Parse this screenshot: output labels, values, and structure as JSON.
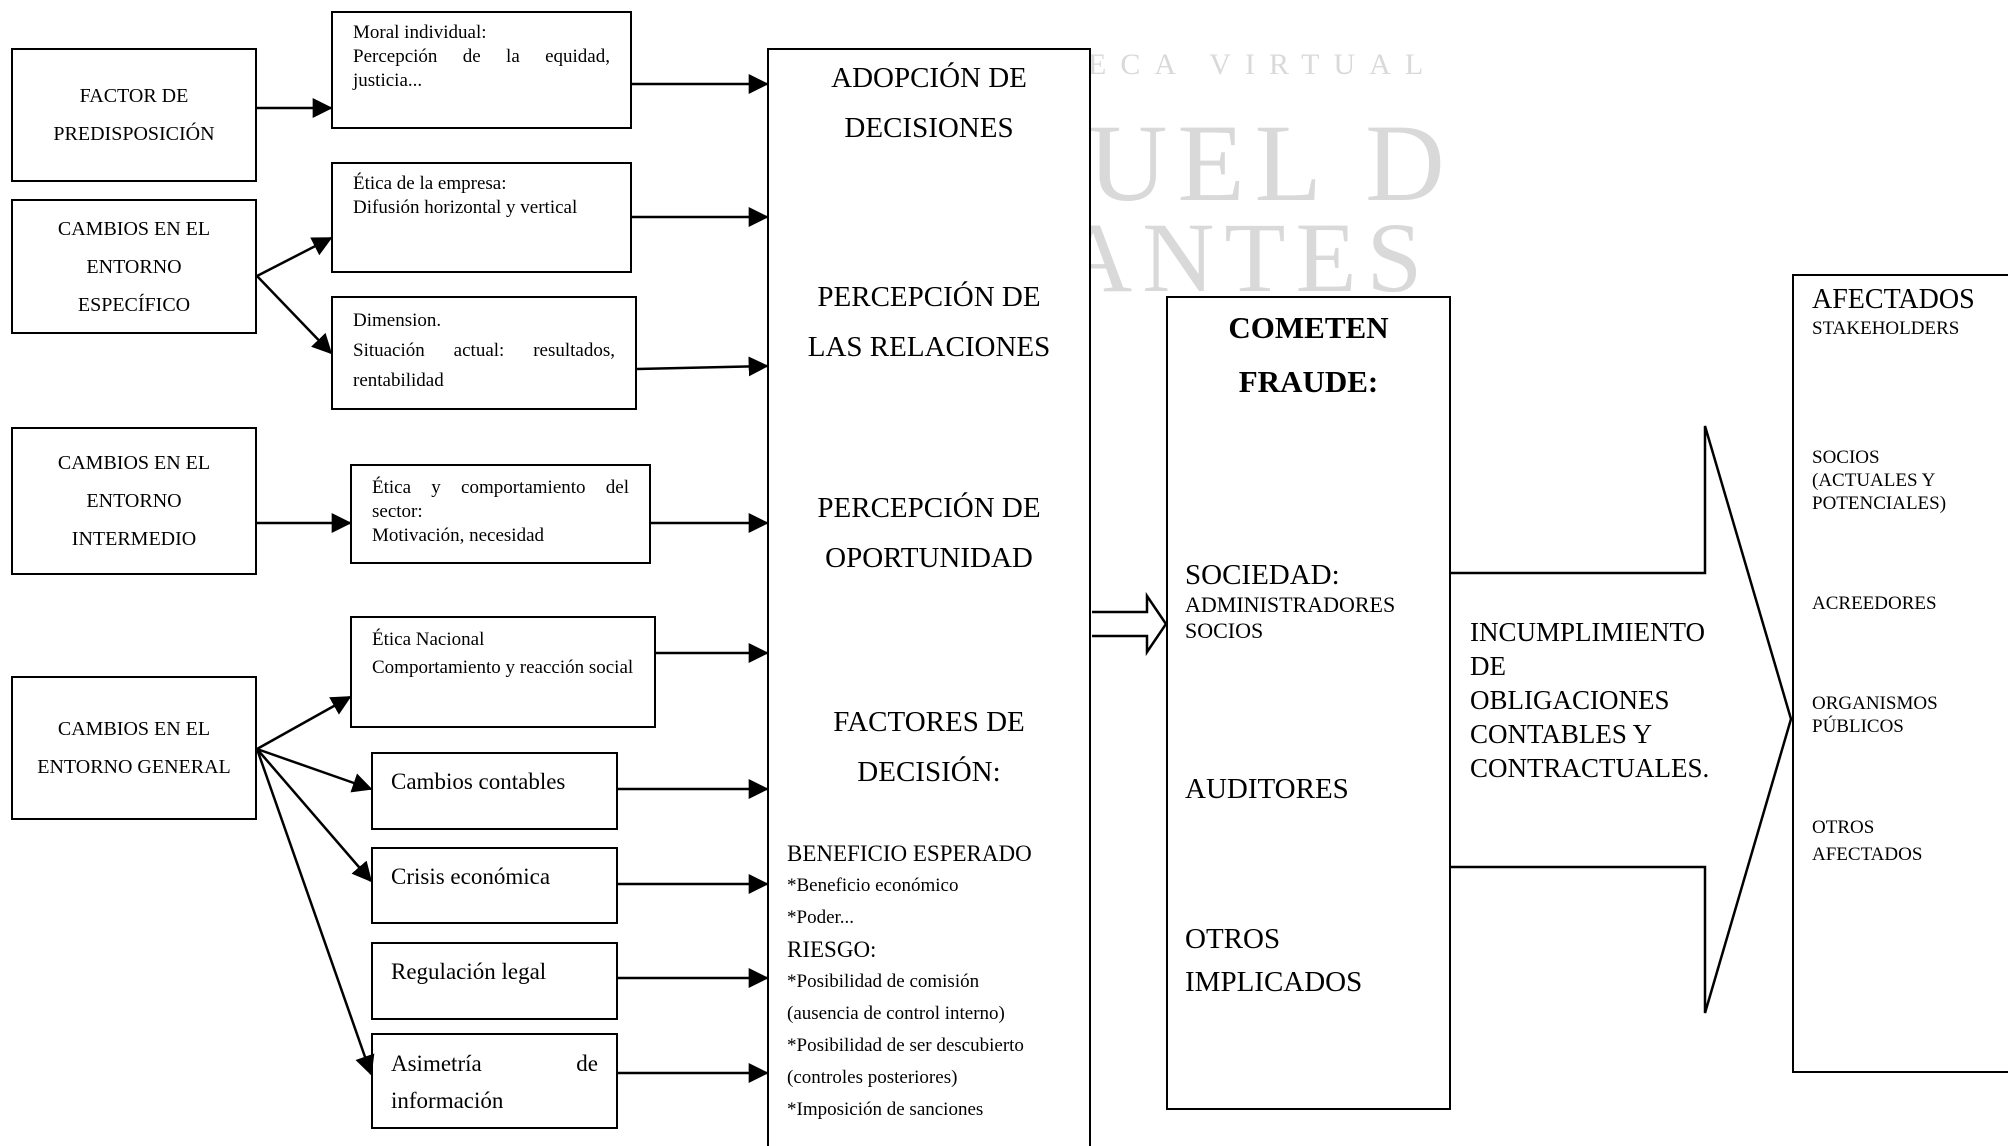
{
  "watermark": {
    "line1": "ECA VIRTUAL",
    "line2": "UEL D",
    "line3": "ANTES"
  },
  "factors": {
    "predisposicion": [
      "FACTOR DE",
      "PREDISPOSICIÓN"
    ],
    "especifico": [
      "CAMBIOS EN EL",
      "ENTORNO",
      "ESPECÍFICO"
    ],
    "intermedio": [
      "CAMBIOS EN EL",
      "ENTORNO",
      "INTERMEDIO"
    ],
    "general": [
      "CAMBIOS EN EL",
      "ENTORNO GENERAL"
    ]
  },
  "inputs": {
    "moral": [
      "Moral individual:",
      "Percepción de la equidad, justicia..."
    ],
    "etica_empresa": [
      "Ética de la empresa:",
      "Difusión horizontal y vertical"
    ],
    "dimension": [
      "Dimension.",
      "Situación actual: resultados, rentabilidad"
    ],
    "etica_sector": [
      "Ética y comportamiento del sector:",
      "Motivación, necesidad"
    ],
    "etica_nacional": [
      "Ética Nacional",
      "Comportamiento y reacción social"
    ],
    "cambios_contables": "Cambios contables",
    "crisis": "Crisis económica",
    "regulacion": "Regulación legal",
    "asimetria": "Asimetría de información"
  },
  "central": {
    "adopcion": [
      "ADOPCIÓN DE",
      "DECISIONES"
    ],
    "relaciones": [
      "PERCEPCIÓN DE",
      "LAS RELACIONES"
    ],
    "oportunidad": [
      "PERCEPCIÓN DE",
      "OPORTUNIDAD"
    ],
    "factores": [
      "FACTORES DE",
      "DECISIÓN:"
    ],
    "beneficio_title": "BENEFICIO ESPERADO",
    "beneficio_items": [
      "*Beneficio económico",
      "*Poder..."
    ],
    "riesgo_title": "RIESGO:",
    "riesgo_items": [
      "*Posibilidad de comisión",
      "(ausencia de control interno)",
      "*Posibilidad de ser descubierto",
      "(controles posteriores)",
      "*Imposición de sanciones"
    ]
  },
  "fraude": {
    "title": [
      "COMETEN",
      "FRAUDE:"
    ],
    "sociedad": "SOCIEDAD:",
    "sociedad_sub": [
      "ADMINISTRADORES",
      "SOCIOS"
    ],
    "auditores": "AUDITORES",
    "otros": [
      "OTROS",
      "IMPLICADOS"
    ]
  },
  "incumplimiento": [
    "INCUMPLIMIENTO",
    "DE",
    "OBLIGACIONES",
    "CONTABLES Y",
    "CONTRACTUALES."
  ],
  "afectados": {
    "title": "AFECTADOS",
    "subtitle": "STAKEHOLDERS",
    "socios": [
      "SOCIOS",
      "(ACTUALES Y",
      "POTENCIALES)"
    ],
    "acreedores": "ACREEDORES",
    "organismos": [
      "ORGANISMOS",
      "PÚBLICOS"
    ],
    "otros": [
      "OTROS",
      "AFECTADOS"
    ]
  }
}
